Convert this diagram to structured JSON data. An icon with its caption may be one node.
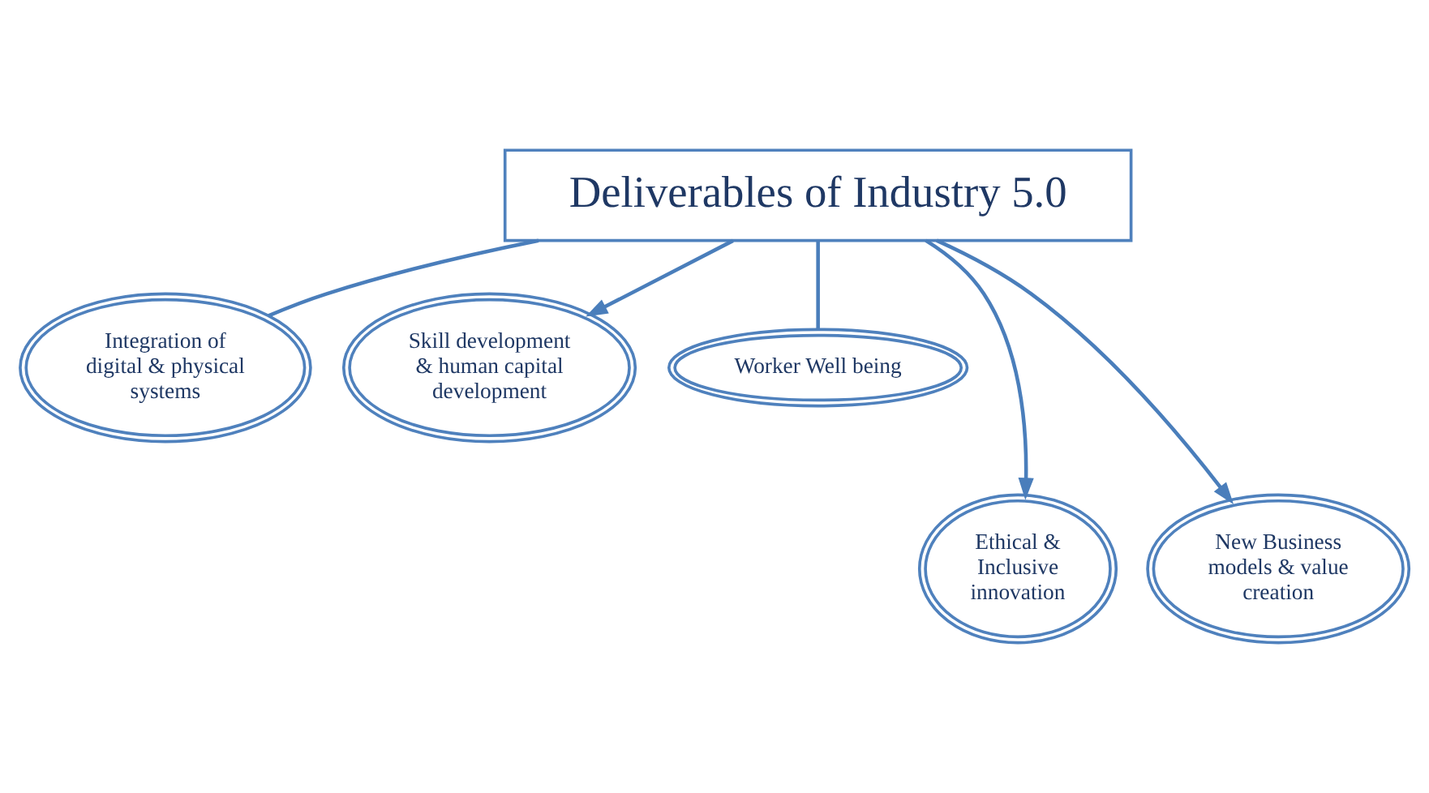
{
  "diagram": {
    "nodes": [
      {
        "text": [
          "Deliverables of Industry 5.0"
        ]
      },
      {
        "text": [
          "Integration of digital & physical systems"
        ]
      },
      {
        "text": [
          "Skill development & human capital development"
        ]
      },
      {
        "text": [
          "Worker Well being"
        ]
      },
      {
        "text": [
          "Ethical & Inclusive innovation"
        ]
      },
      {
        "text": [
          "New Business models & value creation"
        ]
      }
    ],
    "edges": [
      {
        "from": 0,
        "to": 1,
        "arrow": "none"
      },
      {
        "from": 0,
        "to": 4,
        "arrow": "to"
      },
      {
        "from": 0,
        "to": 2,
        "arrow": "to"
      },
      {
        "from": 0,
        "to": 5,
        "arrow": "to"
      },
      {
        "from": 0,
        "to": 3,
        "arrow": "none"
      }
    ]
  }
}
